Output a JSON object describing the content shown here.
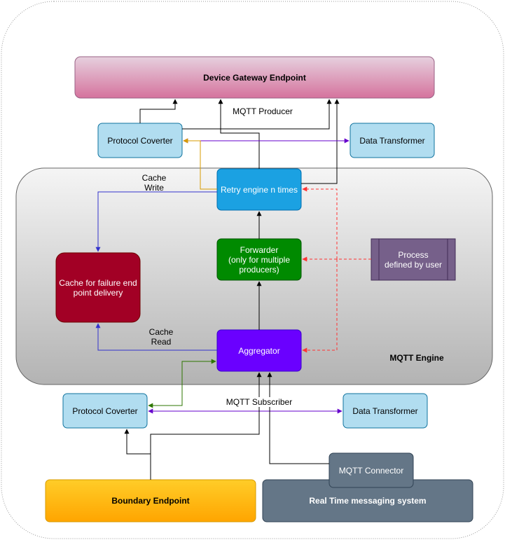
{
  "nodes": {
    "device_gateway": "Device Gateway Endpoint",
    "protocol_top": "Protocol Coverter",
    "transformer_top": "Data Transformer",
    "retry": "Retry engine n times",
    "forwarder": "Forwarder\n(only for multiple\nproducers)",
    "process": "Process\ndefined by user",
    "cache": "Cache for failure end\npoint delivery",
    "aggregator": "Aggregator",
    "engine_label": "MQTT Engine",
    "protocol_bottom": "Protocol Coverter",
    "transformer_bottom": "Data Transformer",
    "mqtt_connector": "MQTT Connector",
    "boundary": "Boundary Endpoint",
    "realtime": "Real Time messaging system"
  },
  "edge_labels": {
    "mqtt_producer": "MQTT Producer",
    "cache_write": "Cache\nWrite",
    "cache_read": "Cache\nRead",
    "mqtt_subscriber": "MQTT Subscriber"
  },
  "colors": {
    "black_edge": "#000000",
    "blue_edge": "#3333cc",
    "purple_edge": "#6600cc",
    "orange_edge": "#d79b00",
    "green_edge": "#2d7600",
    "red_dashed_edge": "#ff3333"
  }
}
